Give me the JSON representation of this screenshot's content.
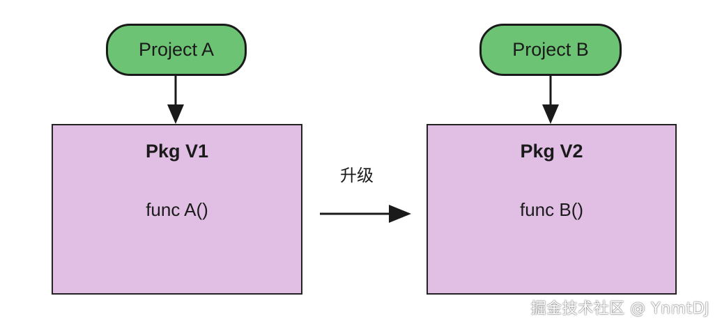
{
  "colors": {
    "project_fill": "#6cc374",
    "pkg_fill": "#e1bfe5",
    "stroke": "#1a1a1a"
  },
  "nodes": {
    "project_a": {
      "label": "Project A"
    },
    "project_b": {
      "label": "Project B"
    },
    "pkg_v1": {
      "title": "Pkg V1",
      "func": "func A()"
    },
    "pkg_v2": {
      "title": "Pkg V2",
      "func": "func B()"
    }
  },
  "edges": {
    "upgrade": {
      "label": "升级"
    }
  },
  "watermark": "掘金技术社区 @ YnmtDJ"
}
